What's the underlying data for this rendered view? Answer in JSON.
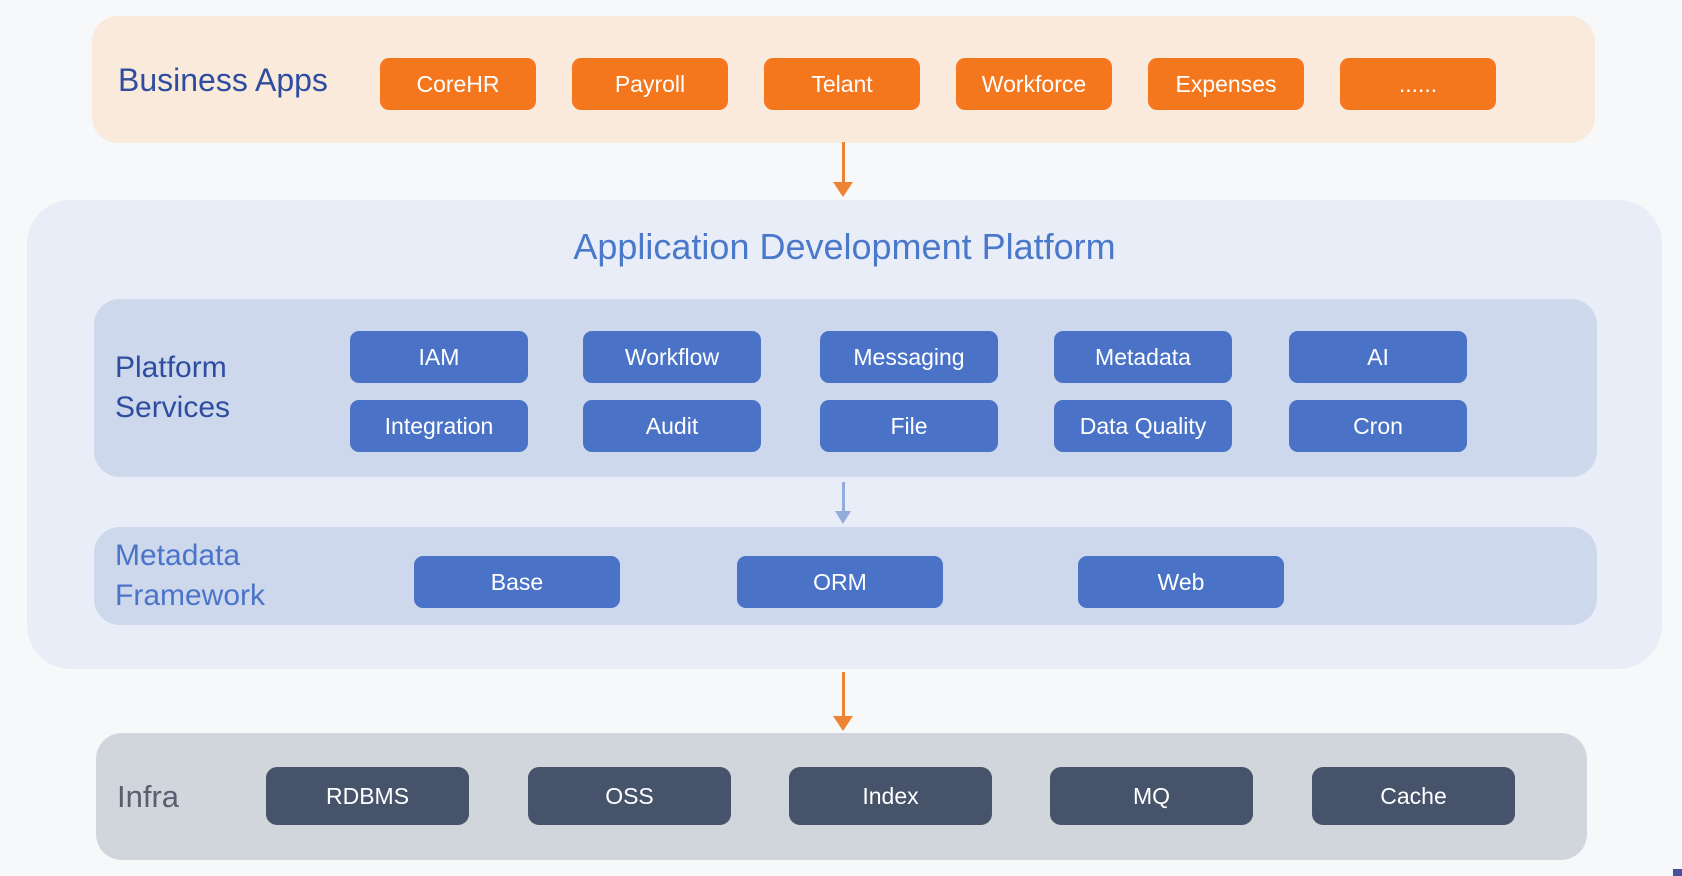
{
  "business_apps": {
    "label": "Business Apps",
    "items": [
      "CoreHR",
      "Payroll",
      "Telant",
      "Workforce",
      "Expenses",
      "......"
    ]
  },
  "platform": {
    "title": "Application Development Platform",
    "platform_services": {
      "label": "Platform Services",
      "row1": [
        "IAM",
        "Workflow",
        "Messaging",
        "Metadata",
        "AI"
      ],
      "row2": [
        "Integration",
        "Audit",
        "File",
        "Data Quality",
        "Cron"
      ]
    },
    "metadata_framework": {
      "label": "Metadata Framework",
      "items": [
        "Base",
        "ORM",
        "Web"
      ]
    }
  },
  "infra": {
    "label": "Infra",
    "items": [
      "RDBMS",
      "OSS",
      "Index",
      "MQ",
      "Cache"
    ]
  },
  "colors": {
    "page_background": "#f6f8fa",
    "business_apps_background": "#f9eadc",
    "app_chip_orange": "#f5771d",
    "adp_background": "#e8edf7",
    "inner_box_background": "#cdd8ec",
    "service_chip_blue": "#4a73c8",
    "infra_background": "#d1d5dc",
    "infra_chip_slate": "#46536b",
    "dark_blue_label": "#2e4da1",
    "medium_blue_label": "#4a74c9",
    "title_blue": "#4a78cb",
    "gray_label": "#57606f",
    "arrow_orange": "#ee8433",
    "arrow_blue": "#93acdb"
  }
}
